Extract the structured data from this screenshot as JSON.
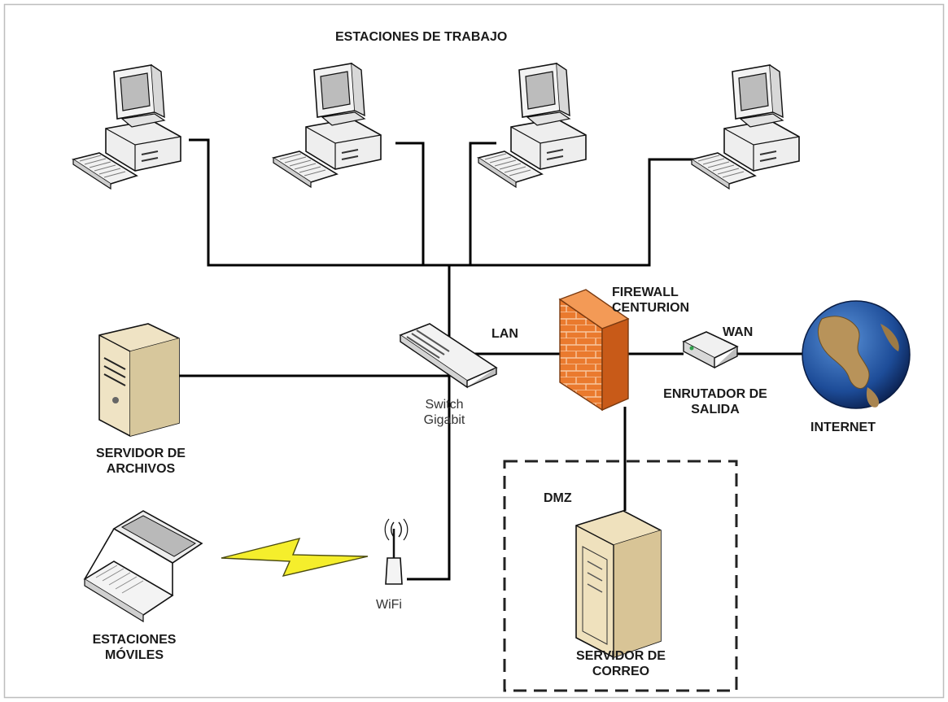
{
  "labels": {
    "workstations": "ESTACIONES DE TRABAJO",
    "firewall_line1": "FIREWALL",
    "firewall_line2": "CENTURION",
    "lan": "LAN",
    "wan": "WAN",
    "router_line1": "ENRUTADOR DE",
    "router_line2": "SALIDA",
    "internet": "INTERNET",
    "switch_line1": "Switch",
    "switch_line2": "Gigabit",
    "file_server_line1": "SERVIDOR DE",
    "file_server_line2": "ARCHIVOS",
    "dmz": "DMZ",
    "wifi": "WiFi",
    "mobile_line1": "ESTACIONES",
    "mobile_line2": "MÓVILES",
    "mail_server_line1": "SERVIDOR DE",
    "mail_server_line2": "CORREO"
  },
  "icons": [
    "workstation-icon",
    "switch-icon",
    "firewall-icon",
    "router-icon",
    "globe-icon",
    "file-server-icon",
    "laptop-icon",
    "wifi-antenna-icon",
    "wireless-bolt-icon",
    "mail-server-icon"
  ],
  "colors": {
    "line": "#000000",
    "firewall": "#e8742a",
    "globe_ocean": "#1f4f9a",
    "bolt": "#f5ee2c",
    "server": "#e9dcbc"
  }
}
